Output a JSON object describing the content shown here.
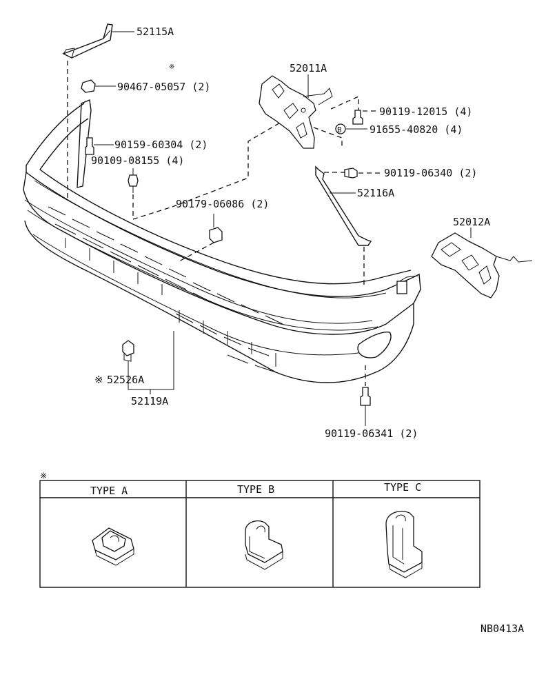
{
  "callouts": {
    "p52115A": "52115A",
    "p90467": "90467-05057 (2)",
    "p52011A": "52011A",
    "p90119_12015": "90119-12015 (4)",
    "p91655": "91655-40820 (4)",
    "p90159": "90159-60304 (2)",
    "p90109": "90109-08155 (4)",
    "p90119_06340": "90119-06340 (2)",
    "p52116A": "52116A",
    "p90179": "90179-06086 (2)",
    "p52012A": "52012A",
    "p52526A": "52526A",
    "p52119A": "52119A",
    "p90119_06341": "90119-06341 (2)",
    "washer_mark": "B"
  },
  "marks": {
    "note_mark": "※"
  },
  "type_table": {
    "headers": [
      "TYPE A",
      "TYPE B",
      "TYPE C"
    ],
    "shapes": [
      "clip-type-a",
      "clip-type-b",
      "clip-type-c"
    ]
  },
  "drawing_code": "NB0413A"
}
